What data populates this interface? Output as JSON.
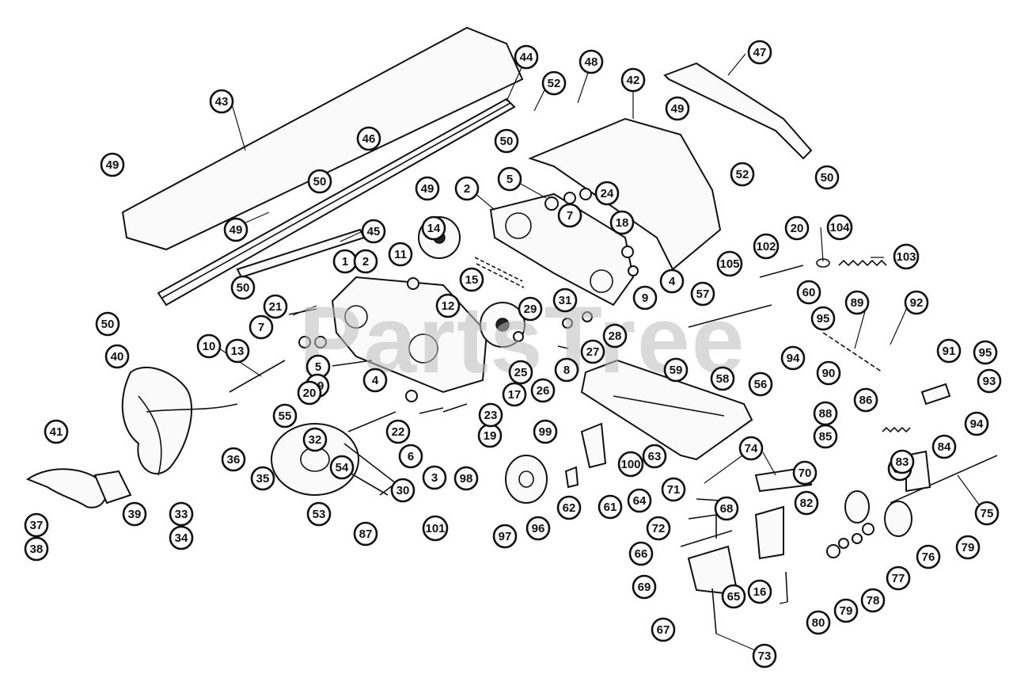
{
  "watermark": "PartsTree",
  "callouts": [
    "1",
    "2",
    "3",
    "4",
    "5",
    "6",
    "7",
    "8",
    "9",
    "10",
    "11",
    "12",
    "13",
    "14",
    "15",
    "16",
    "17",
    "18",
    "19",
    "20",
    "21",
    "22",
    "23",
    "24",
    "25",
    "26",
    "27",
    "28",
    "29",
    "30",
    "31",
    "32",
    "33",
    "34",
    "35",
    "36",
    "37",
    "38",
    "39",
    "40",
    "41",
    "42",
    "43",
    "44",
    "45",
    "46",
    "47",
    "48",
    "49",
    "50",
    "52",
    "53",
    "54",
    "55",
    "56",
    "57",
    "58",
    "59",
    "60",
    "61",
    "62",
    "63",
    "64",
    "65",
    "66",
    "67",
    "68",
    "69",
    "70",
    "71",
    "72",
    "73",
    "74",
    "75",
    "76",
    "77",
    "78",
    "79",
    "80",
    "81",
    "82",
    "83",
    "84",
    "85",
    "86",
    "87",
    "88",
    "89",
    "90",
    "91",
    "92",
    "93",
    "94",
    "95",
    "96",
    "97",
    "98",
    "99",
    "100",
    "101",
    "102",
    "103",
    "104",
    "105"
  ]
}
